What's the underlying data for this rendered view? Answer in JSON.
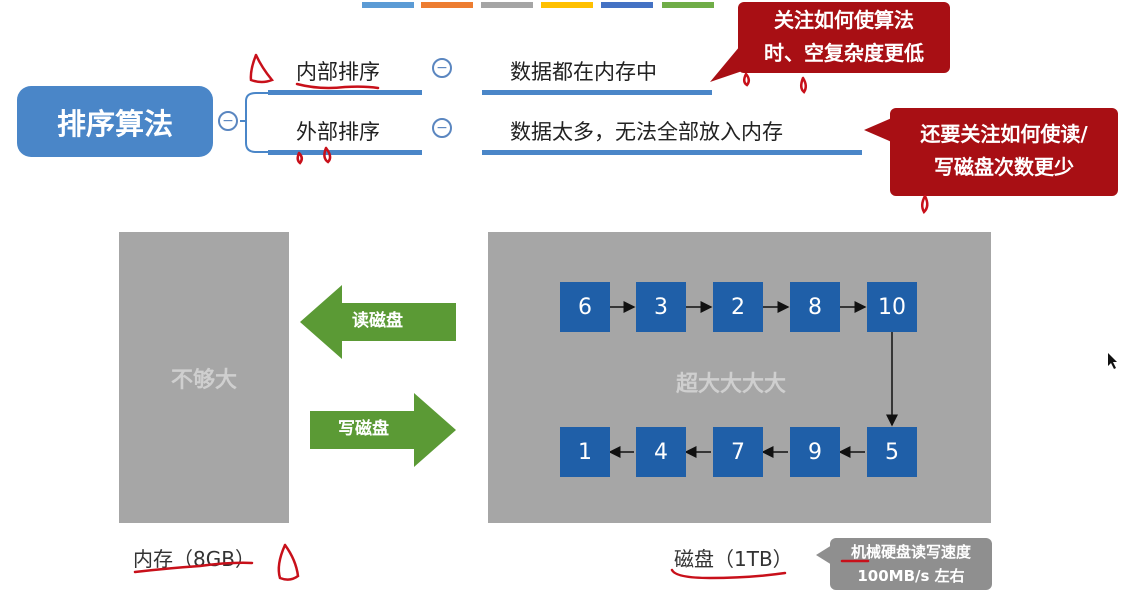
{
  "palette": [
    "#5b9bd5",
    "#ed7d31",
    "#a5a5a5",
    "#ffc000",
    "#4472c4",
    "#70ad47"
  ],
  "mindmap": {
    "root": "排序算法",
    "branches": [
      {
        "label": "内部排序",
        "desc": "数据都在内存中"
      },
      {
        "label": "外部排序",
        "desc": "数据太多，无法全部放入内存"
      }
    ],
    "callout_internal": [
      "关注如何使算法",
      "时、空复杂度更低"
    ],
    "callout_external": [
      "还要关注如何使读/",
      "写磁盘次数更少"
    ]
  },
  "memory": {
    "box_text": "不够大",
    "label": "内存（8GB）"
  },
  "disk": {
    "box_text": "超大大大大",
    "label": "磁盘（1TB）",
    "note": [
      "机械硬盘读写速度",
      "100MB/s 左右"
    ]
  },
  "arrows": {
    "read": "读磁盘",
    "write": "写磁盘"
  },
  "blocks": {
    "row1": [
      "6",
      "3",
      "2",
      "8",
      "10"
    ],
    "row2": [
      "1",
      "4",
      "7",
      "9",
      "5"
    ]
  }
}
